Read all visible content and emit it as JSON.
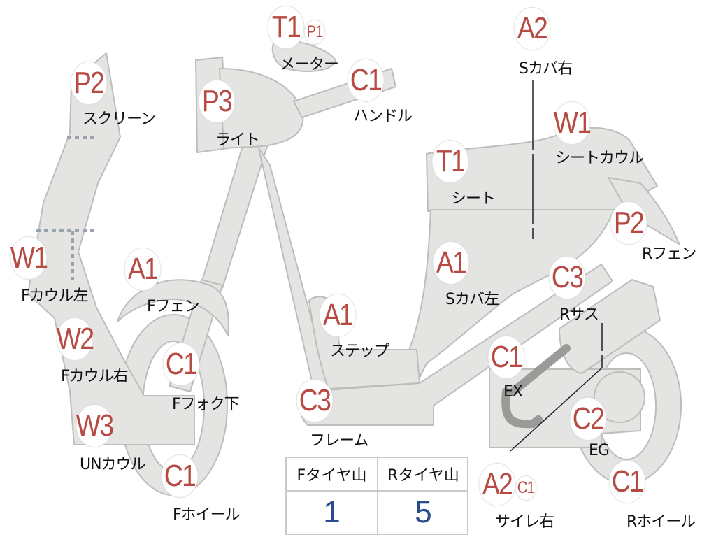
{
  "colors": {
    "part_fill": "#e4e4e2",
    "part_stroke": "#bdbdbb",
    "badge_text": "#b84a44",
    "value_text": "#2a4c8c",
    "dotted": "#9aa3ad"
  },
  "parts": [
    {
      "id": "p2-front",
      "code": "P2",
      "label": "スクリーン"
    },
    {
      "id": "p3",
      "code": "P3",
      "label": "ライト"
    },
    {
      "id": "t1-top",
      "code": "T1",
      "code2": "P1",
      "label": "メーター"
    },
    {
      "id": "c1-handle",
      "code": "C1",
      "label": "ハンドル"
    },
    {
      "id": "a2-top",
      "code": "A2",
      "label": "Sカバ右"
    },
    {
      "id": "w1-seat",
      "code": "W1",
      "label": "シートカウル"
    },
    {
      "id": "t1-seat",
      "code": "T1",
      "label": "シート"
    },
    {
      "id": "p2-rear",
      "code": "P2",
      "label": "Rフェン"
    },
    {
      "id": "w1-front",
      "code": "W1",
      "label": "Fカウル左"
    },
    {
      "id": "a1-ffen",
      "code": "A1",
      "label": "Fフェン"
    },
    {
      "id": "a1-scover",
      "code": "A1",
      "label": "Sカバ左"
    },
    {
      "id": "c3-rsus",
      "code": "C3",
      "label": "Rサス"
    },
    {
      "id": "a1-step",
      "code": "A1",
      "label": "ステップ"
    },
    {
      "id": "w2",
      "code": "W2",
      "label": "Fカウル右"
    },
    {
      "id": "c1-fork",
      "code": "C1",
      "label": "Fフォク下"
    },
    {
      "id": "c1-ex",
      "code": "C1",
      "label": "EX"
    },
    {
      "id": "c3-frame",
      "code": "C3",
      "label": "フレーム"
    },
    {
      "id": "w3",
      "code": "W3",
      "label": "UNカウル"
    },
    {
      "id": "c2-eg",
      "code": "C2",
      "label": "EG"
    },
    {
      "id": "c1-fwheel",
      "code": "C1",
      "label": "Fホイール"
    },
    {
      "id": "a2-muffler",
      "code": "A2",
      "code2": "C1",
      "label": "サイレ右"
    },
    {
      "id": "c1-rwheel",
      "code": "C1",
      "label": "Rホイール"
    }
  ],
  "tire_table": {
    "front_header": "Fタイヤ山",
    "rear_header": "Rタイヤ山",
    "front_value": "1",
    "rear_value": "5"
  }
}
